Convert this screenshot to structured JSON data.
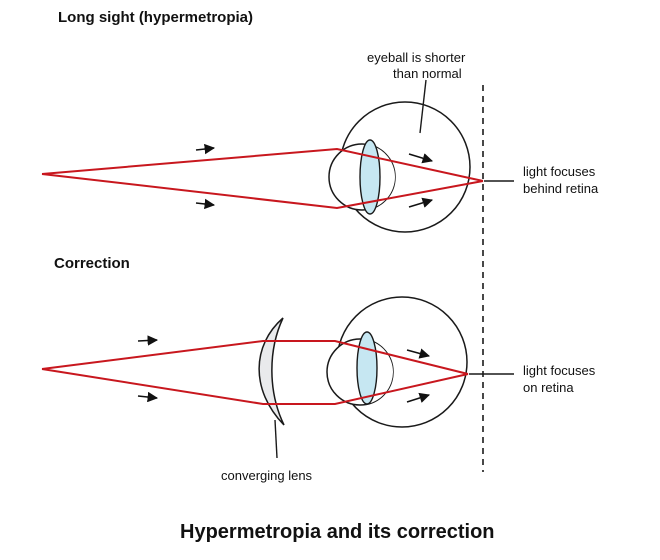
{
  "top_heading": "Long sight (hypermetropia)",
  "eyeball_note_line1": "eyeball is shorter",
  "eyeball_note_line2": "than normal",
  "focus_behind_line1": "light focuses",
  "focus_behind_line2": "behind retina",
  "correction_heading": "Correction",
  "focus_on_line1": "light focuses",
  "focus_on_line2": "on retina",
  "lens_label": "converging lens",
  "caption": "Hypermetropia and its correction",
  "colors": {
    "ray": "#c8171e",
    "eye_lens": "#c6e7f2",
    "corrective_lens": "#e9eaec",
    "outline": "#1a1a1a"
  }
}
